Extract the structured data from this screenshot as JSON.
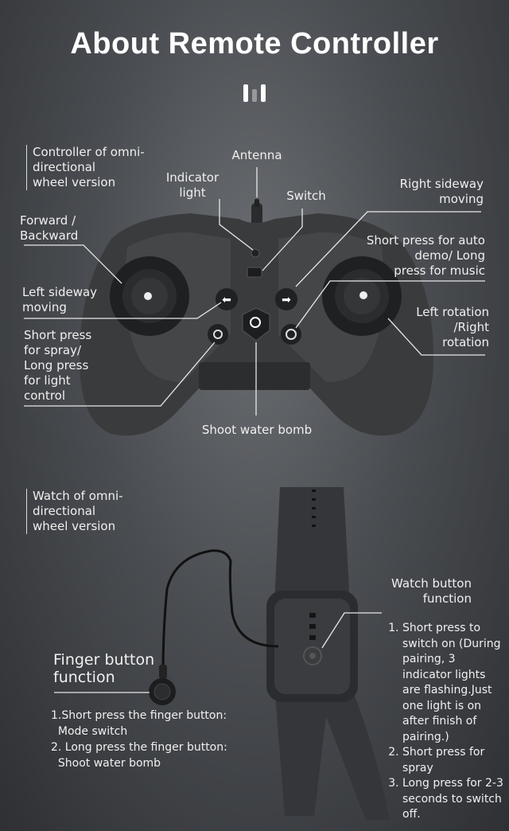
{
  "title": "About Remote Controller",
  "controller": {
    "section_label": "Controller of omni-\ndirectional\nwheel version",
    "labels": {
      "antenna": "Antenna",
      "indicator_light": "Indicator\nlight",
      "switch": "Switch",
      "right_sideway": "Right sideway\nmoving",
      "forward_backward": "Forward /\nBackward",
      "auto_demo": "Short press for auto\ndemo/ Long\npress for music",
      "left_sideway": "Left sideway\nmoving",
      "rotation": "Left rotation\n/Right\nrotation",
      "spray": "Short press\nfor spray/\nLong press\nfor light\ncontrol",
      "shoot": "Shoot water bomb"
    }
  },
  "watch": {
    "section_label": "Watch of omni-\ndirectional\nwheel version",
    "finger_title": "Finger button\nfunction",
    "finger_items": [
      "1.Short press the finger button:\n  Mode switch",
      "2. Long press the finger button:\n  Shoot water bomb"
    ],
    "watch_button_title": "Watch button\nfunction",
    "watch_button_items": [
      "Short press to switch on (During pairing, 3 indicator lights are flashing.Just one light is on after finish of pairing.)",
      "Short press for spray",
      "Long press for 2-3 seconds to switch off."
    ]
  }
}
